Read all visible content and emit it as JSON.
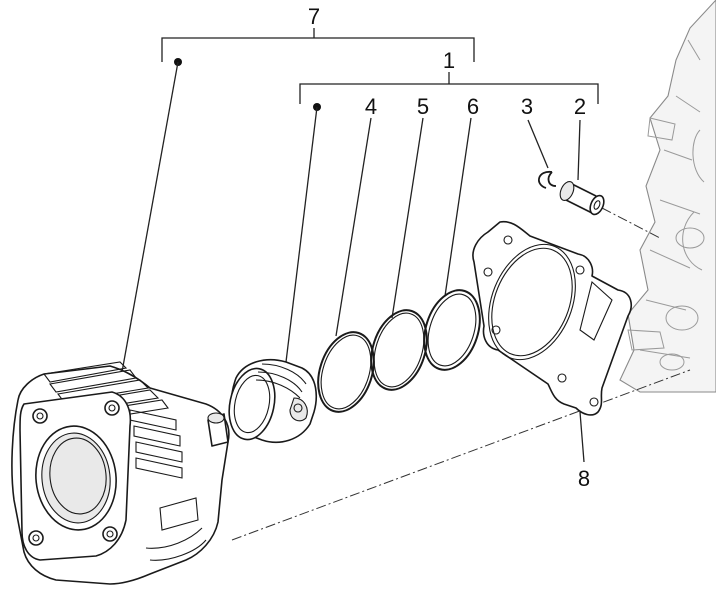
{
  "callouts": {
    "assembly_outer": "7",
    "assembly_inner": "1",
    "piston_ring_top": "4",
    "piston_ring_middle": "5",
    "piston_ring_oil": "6",
    "circlip": "3",
    "piston_pin": "2",
    "base_gasket": "8"
  }
}
